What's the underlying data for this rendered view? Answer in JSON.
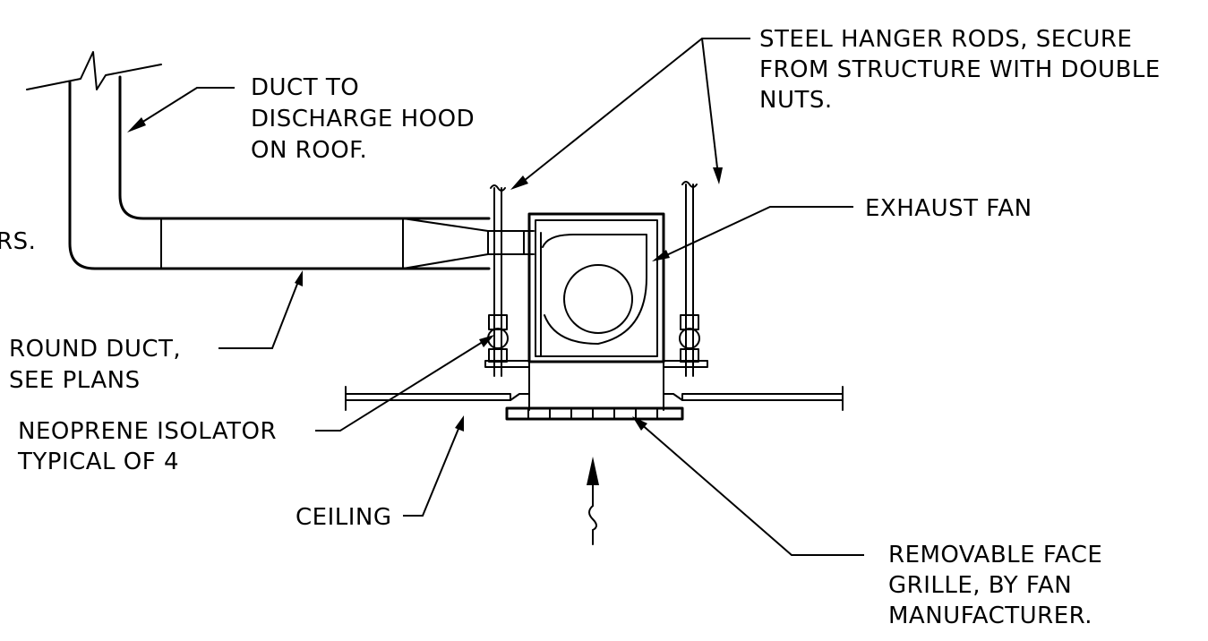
{
  "labels": {
    "duct_to_hood": [
      "DUCT TO",
      "DISCHARGE HOOD",
      "ON ROOF."
    ],
    "hanger_rods": [
      "STEEL HANGER RODS, SECURE",
      "FROM STRUCTURE WITH DOUBLE",
      "NUTS."
    ],
    "exhaust_fan": [
      "EXHAUST FAN"
    ],
    "clipped_text": [
      "RS."
    ],
    "round_duct": [
      "ROUND DUCT,",
      "SEE PLANS"
    ],
    "isolator": [
      "NEOPRENE ISOLATOR",
      "TYPICAL OF 4"
    ],
    "ceiling": [
      "CEILING"
    ],
    "grille": [
      "REMOVABLE FACE",
      "GRILLE, BY FAN",
      "MANUFACTURER."
    ]
  }
}
